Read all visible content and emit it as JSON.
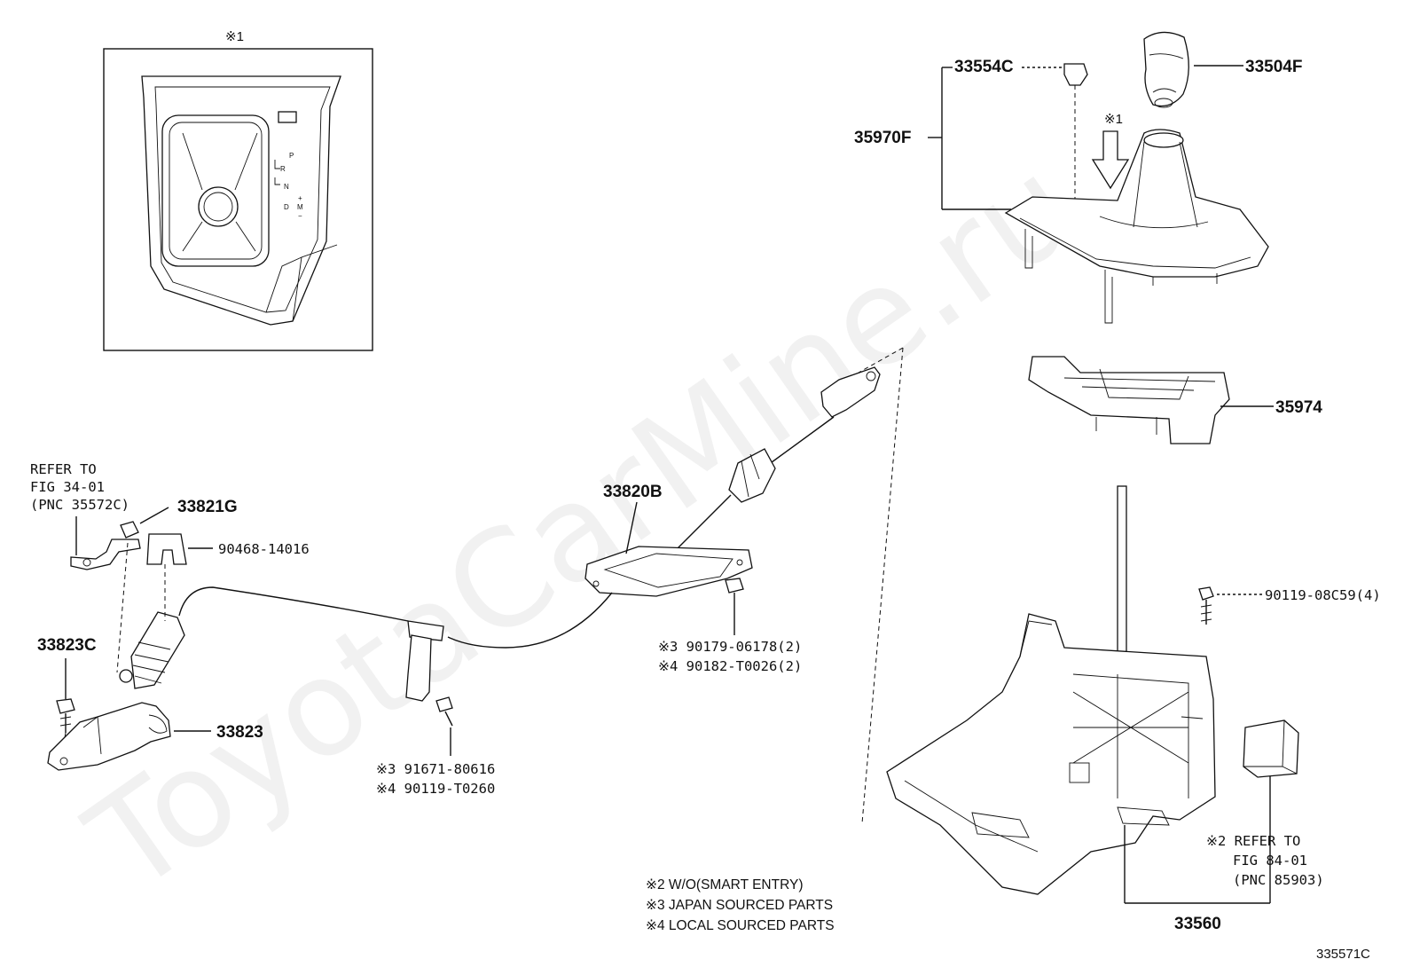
{
  "watermark": "ToyotaCarMine.ru",
  "diagram_id": "335571C",
  "inset": {
    "mark": "※1",
    "gate_letters": [
      "P",
      "R",
      "N",
      "D",
      "+",
      "M",
      "−"
    ]
  },
  "labels": {
    "p33554C": "33554C",
    "p33504F": "33504F",
    "p35970F": "35970F",
    "mark1": "※1",
    "p35974": "35974",
    "p33820B": "33820B",
    "p33821G": "33821G",
    "p90468": "90468-14016",
    "p33823C": "33823C",
    "p33823": "33823",
    "p90119_08C59": "90119-08C59(4)",
    "p33560": "33560"
  },
  "refs": {
    "left_refer": [
      "REFER TO",
      "FIG 34-01",
      "(PNC 35572C)"
    ],
    "right_refer": [
      "※2 REFER TO",
      "FIG 84-01",
      "(PNC 85903)"
    ]
  },
  "fasteners": {
    "nut_a": [
      "※3 90179-06178(2)",
      "※4 90182-T0026(2)"
    ],
    "bolt_a": [
      "※3 91671-80616",
      "※4 90119-T0260"
    ]
  },
  "notes": [
    "※2 W/O(SMART ENTRY)",
    "※3 JAPAN SOURCED PARTS",
    "※4 LOCAL SOURCED PARTS"
  ]
}
